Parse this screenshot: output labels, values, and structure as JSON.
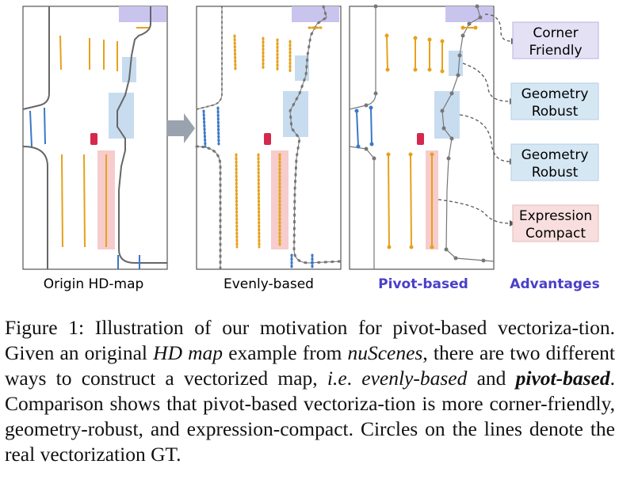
{
  "panels": {
    "origin_label": "Origin HD-map",
    "evenly_label": "Evenly-based",
    "pivot_label": "Pivot-based",
    "advantages_label": "Advantages"
  },
  "advantages": [
    {
      "line1": "Corner",
      "line2": "Friendly",
      "color": "#e4e1f5"
    },
    {
      "line1": "Geometry",
      "line2": "Robust",
      "color": "#d6e7f4"
    },
    {
      "line1": "Geometry",
      "line2": "Robust",
      "color": "#d6e7f4"
    },
    {
      "line1": "Expression",
      "line2": "Compact",
      "color": "#f8dede"
    }
  ],
  "colors": {
    "accent": "#4a3fc8",
    "boundary": "#666666",
    "divider": "#e6a11c",
    "crossing": "#3a78c9",
    "car": "#d6284d",
    "purple_box": "#c9c4ee",
    "blue_box": "#c7dcef",
    "pink_box": "#f6cccc"
  },
  "caption": {
    "prefix": "Figure 1: Illustration of our motivation for pivot-based vectoriza-tion. Given an original ",
    "hdmap": "HD map",
    "mid1": " example from ",
    "nuscenes": "nuScenes",
    "mid2": ", there are two different ways to construct a vectorized map, ",
    "ie": "i.e",
    "dot": ". ",
    "evenly": "evenly-based",
    "and": " and ",
    "pivot": "pivot-based",
    "suffix": ".  Comparison shows that pivot-based vectoriza-tion is more corner-friendly, geometry-robust, and expression-compact. Circles on the lines denote the real vectorization GT."
  }
}
